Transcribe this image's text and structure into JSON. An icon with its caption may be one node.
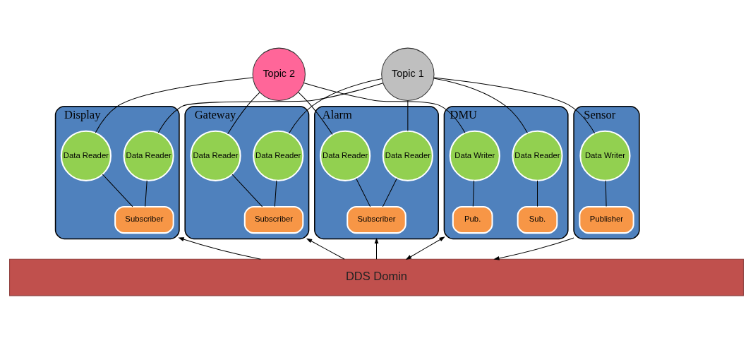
{
  "diagram": {
    "nodes": [
      {
        "text": [
          "Topic 2"
        ]
      },
      {
        "text": [
          "Topic 1"
        ]
      },
      {
        "text": [
          "Gateway"
        ]
      },
      {
        "text": [
          "Data Reader"
        ],
        "in": 2
      },
      {
        "text": [
          "Data Reader"
        ],
        "in": 2
      },
      {
        "text": [
          "Subscriber"
        ],
        "in": 2
      },
      {
        "text": [
          "Alarm"
        ]
      },
      {
        "text": [
          "Data Reader"
        ],
        "in": 6
      },
      {
        "text": [
          "Data Reader"
        ],
        "in": 6
      },
      {
        "text": [
          "Subscriber"
        ],
        "in": 6
      },
      {
        "text": [
          "DMU"
        ]
      },
      {
        "text": [
          "Data Reader"
        ],
        "in": 10
      },
      {
        "text": [
          "Data Writer"
        ],
        "in": 10
      },
      {
        "text": [
          "Sub."
        ],
        "in": 10
      },
      {
        "text": [
          "Pub."
        ],
        "in": 10
      },
      {
        "text": [
          "Display"
        ]
      },
      {
        "text": [
          "Data Reader"
        ],
        "in": 15
      },
      {
        "text": [
          "Data Reader"
        ],
        "in": 15
      },
      {
        "text": [
          "Subscriber"
        ],
        "in": 15
      },
      {
        "text": [
          "Sensor"
        ]
      },
      {
        "text": [
          "Data Writer"
        ],
        "in": 19
      },
      {
        "text": [
          "Publisher"
        ],
        "in": 19
      },
      {
        "text": [
          "DDS Domin"
        ]
      }
    ],
    "edges": [
      {
        "from": 0,
        "to": 3,
        "arrow": "none"
      },
      {
        "from": 0,
        "to": 7,
        "arrow": "none"
      },
      {
        "from": 0,
        "to": 12,
        "arrow": "none"
      },
      {
        "from": 0,
        "to": 16,
        "arrow": "none"
      },
      {
        "from": 1,
        "to": 4,
        "arrow": "none"
      },
      {
        "from": 1,
        "to": 8,
        "arrow": "none"
      },
      {
        "from": 1,
        "to": 11,
        "arrow": "none"
      },
      {
        "from": 1,
        "to": 17,
        "arrow": "none"
      },
      {
        "from": 1,
        "to": 20,
        "arrow": "none"
      },
      {
        "from": 3,
        "to": 5,
        "arrow": "none"
      },
      {
        "from": 4,
        "to": 5,
        "arrow": "none"
      },
      {
        "from": 7,
        "to": 9,
        "arrow": "none"
      },
      {
        "from": 8,
        "to": 9,
        "arrow": "none"
      },
      {
        "from": 11,
        "to": 13,
        "arrow": "none"
      },
      {
        "from": 12,
        "to": 14,
        "arrow": "none"
      },
      {
        "from": 16,
        "to": 18,
        "arrow": "none"
      },
      {
        "from": 17,
        "to": 18,
        "arrow": "none"
      },
      {
        "from": 20,
        "to": 21,
        "arrow": "none"
      },
      {
        "from": 22,
        "to": 2,
        "arrow": "to"
      },
      {
        "from": 22,
        "to": 6,
        "arrow": "to"
      },
      {
        "from": 22,
        "to": 10,
        "arrow": "both"
      },
      {
        "from": 22,
        "to": 15,
        "arrow": "to"
      },
      {
        "from": 19,
        "to": 22,
        "arrow": "to"
      }
    ]
  }
}
